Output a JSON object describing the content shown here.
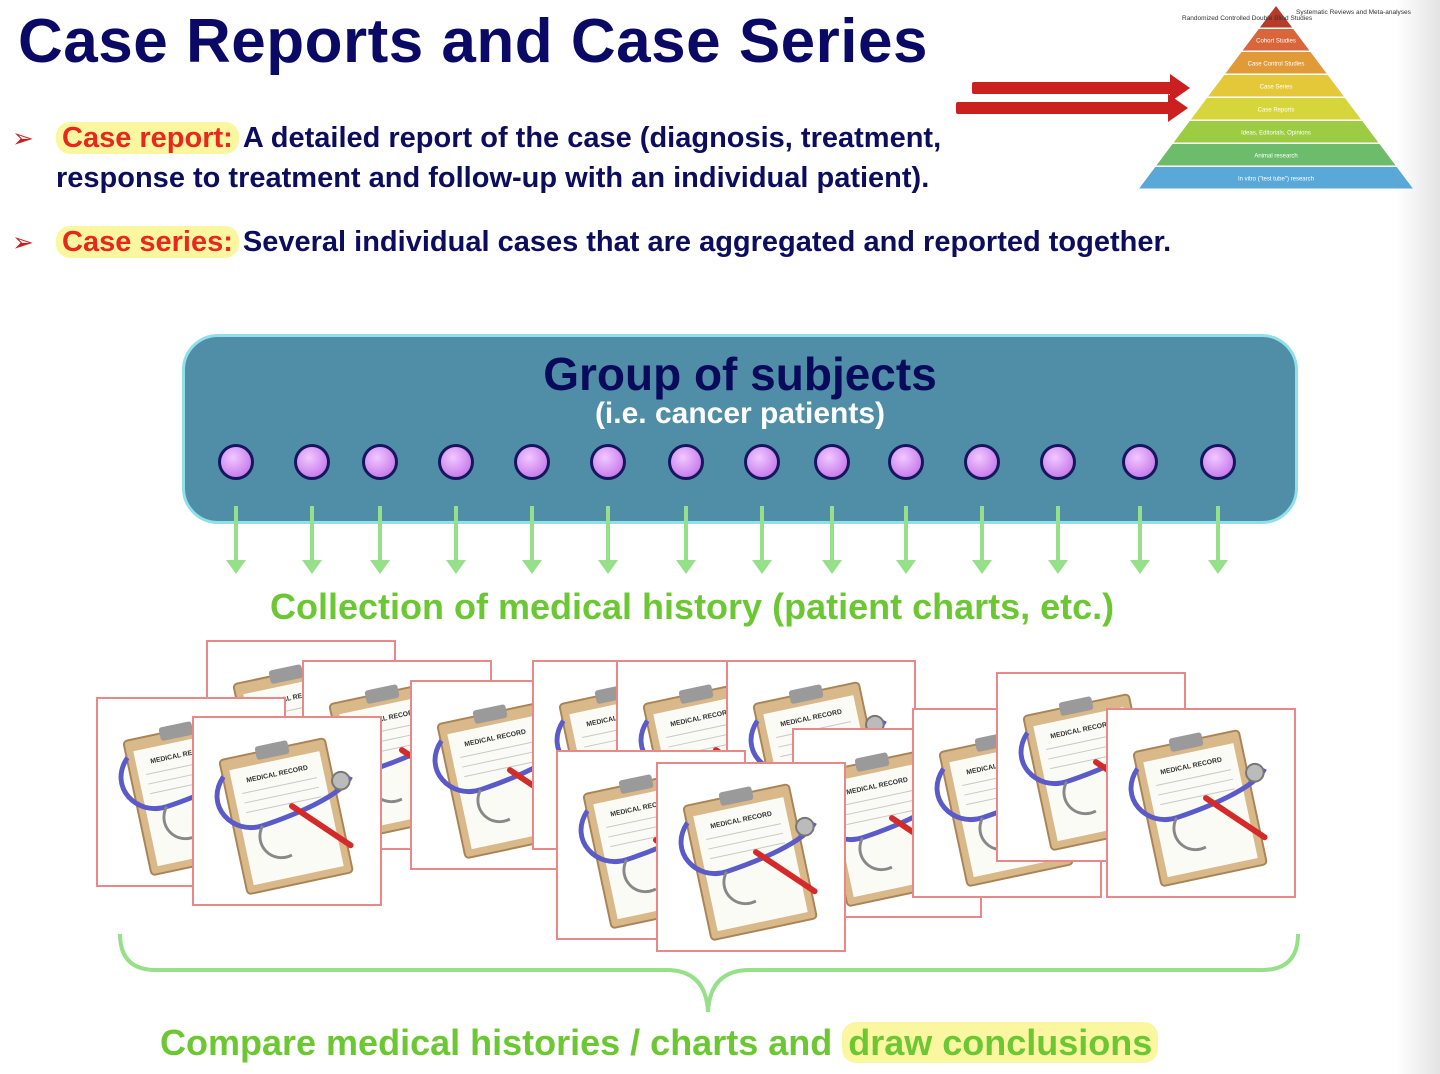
{
  "title": "Case Reports and Case Series",
  "bullets": [
    {
      "term": "Case report:",
      "line1": "A detailed report of the case (diagnosis, treatment,",
      "line2": "response to treatment and follow-up with an individual patient)."
    },
    {
      "term": "Case series:",
      "line1": "Several individual cases that are aggregated and reported together."
    }
  ],
  "pyramid": {
    "side_labels": [
      "Randomized Controlled Double Blind Studies"
    ],
    "top_right_label": "Systematic Reviews and Meta-analyses",
    "levels": [
      {
        "label": "",
        "color": "#b83a2a"
      },
      {
        "label": "Cohort Studies",
        "color": "#d9653a"
      },
      {
        "label": "Case Control Studies",
        "color": "#e09a38"
      },
      {
        "label": "Case Series",
        "color": "#e4c83a"
      },
      {
        "label": "Case Reports",
        "color": "#d6d63c"
      },
      {
        "label": "Ideas, Editorials, Opinions",
        "color": "#9ccc44"
      },
      {
        "label": "Animal research",
        "color": "#6cbc6c"
      },
      {
        "label": "In vitro (\"test tube\") research",
        "color": "#5aa8d8"
      }
    ]
  },
  "group": {
    "title": "Group of subjects",
    "subtitle": "(i.e. cancer patients)",
    "subject_count": 14
  },
  "collection_label": "Collection of medical history (patient charts, etc.)",
  "record_card_label": "MEDICAL RECORD",
  "conclusion": {
    "prefix": "Compare medical histories / charts and ",
    "highlight": "draw conclusions"
  },
  "colors": {
    "title": "#0a0a66",
    "term": "#e8281c",
    "highlight": "#fbf7a0",
    "group_box": "#4f8ea6",
    "subject_dot": "#d08cf0",
    "green_text": "#6cc832",
    "arrow_green": "#96e08a"
  }
}
